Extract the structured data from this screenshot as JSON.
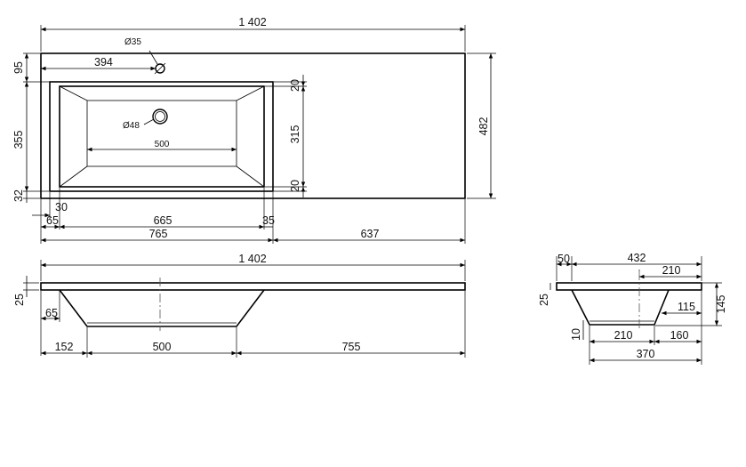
{
  "top_view": {
    "overall_width": "1 402",
    "tap_hole_diameter": "Ø35",
    "tap_hole_offset": "394",
    "drain_diameter": "Ø48",
    "bowl_floor_width": "500",
    "height_total": "482",
    "left_top_margin": "95",
    "left_bowl_height": "355",
    "left_bottom_margin": "32",
    "right_top_gap": "20",
    "right_inner_height": "315",
    "right_bottom_gap": "20",
    "bottom_left_gap": "30",
    "bottom_dims_row1": [
      "65",
      "665",
      "35"
    ],
    "bottom_dims_row2": [
      "765",
      "637"
    ]
  },
  "front_view": {
    "overall_width": "1 402",
    "slab_thickness": "25",
    "wall_slope": "65",
    "bottom_dims": [
      "152",
      "500",
      "755"
    ]
  },
  "side_view": {
    "top_left": "50",
    "top_width": "432",
    "top_right": "210",
    "slab_thickness": "25",
    "total_height": "145",
    "inner_right": "115",
    "drain_offset": "10",
    "bottom_mid": "210",
    "bottom_right": "160",
    "bottom_total": "370"
  }
}
